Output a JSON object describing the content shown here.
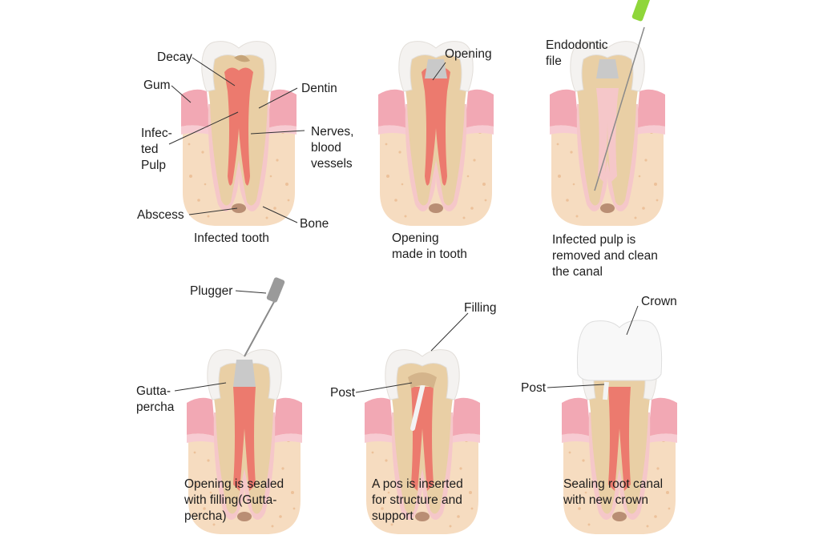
{
  "panels": [
    {
      "id": "infected",
      "caption": [
        "Infected tooth"
      ],
      "labels": {
        "decay": "Decay",
        "gum": "Gum",
        "dentin": "Dentin",
        "infected_pulp": [
          "Infec-",
          "ted",
          "Pulp"
        ],
        "nerves": [
          "Nerves,",
          "blood",
          "vessels"
        ],
        "abscess": "Abscess",
        "bone": "Bone"
      }
    },
    {
      "id": "opening",
      "caption": [
        "Opening",
        "made in tooth"
      ],
      "labels": {
        "opening": "Opening"
      }
    },
    {
      "id": "cleaning",
      "caption": [
        "Infected pulp is",
        "removed and clean",
        "the canal"
      ],
      "labels": {
        "file": [
          "Endodontic",
          "file"
        ]
      }
    },
    {
      "id": "sealing",
      "caption": [
        "Opening is sealed",
        "with filling(Gutta-",
        "percha)"
      ],
      "labels": {
        "plugger": "Plugger",
        "gutta": [
          "Gutta-",
          "percha"
        ]
      }
    },
    {
      "id": "post",
      "caption": [
        "A pos is inserted",
        "for structure and",
        "support"
      ],
      "labels": {
        "filling": "Filling",
        "post": "Post"
      }
    },
    {
      "id": "crown",
      "caption": [
        "Sealing root canal",
        "with new crown"
      ],
      "labels": {
        "crown": "Crown",
        "post": "Post"
      }
    }
  ],
  "colors": {
    "bone": "#f6dcc0",
    "gum": "#f2a8b4",
    "enamel": "#f4f2f0",
    "dentin": "#e9cfa5",
    "pulp": "#ec7a6e",
    "canal_lining": "#f5c7c9",
    "filling": "#c9c9c9",
    "file_green": "#8fd63a"
  }
}
